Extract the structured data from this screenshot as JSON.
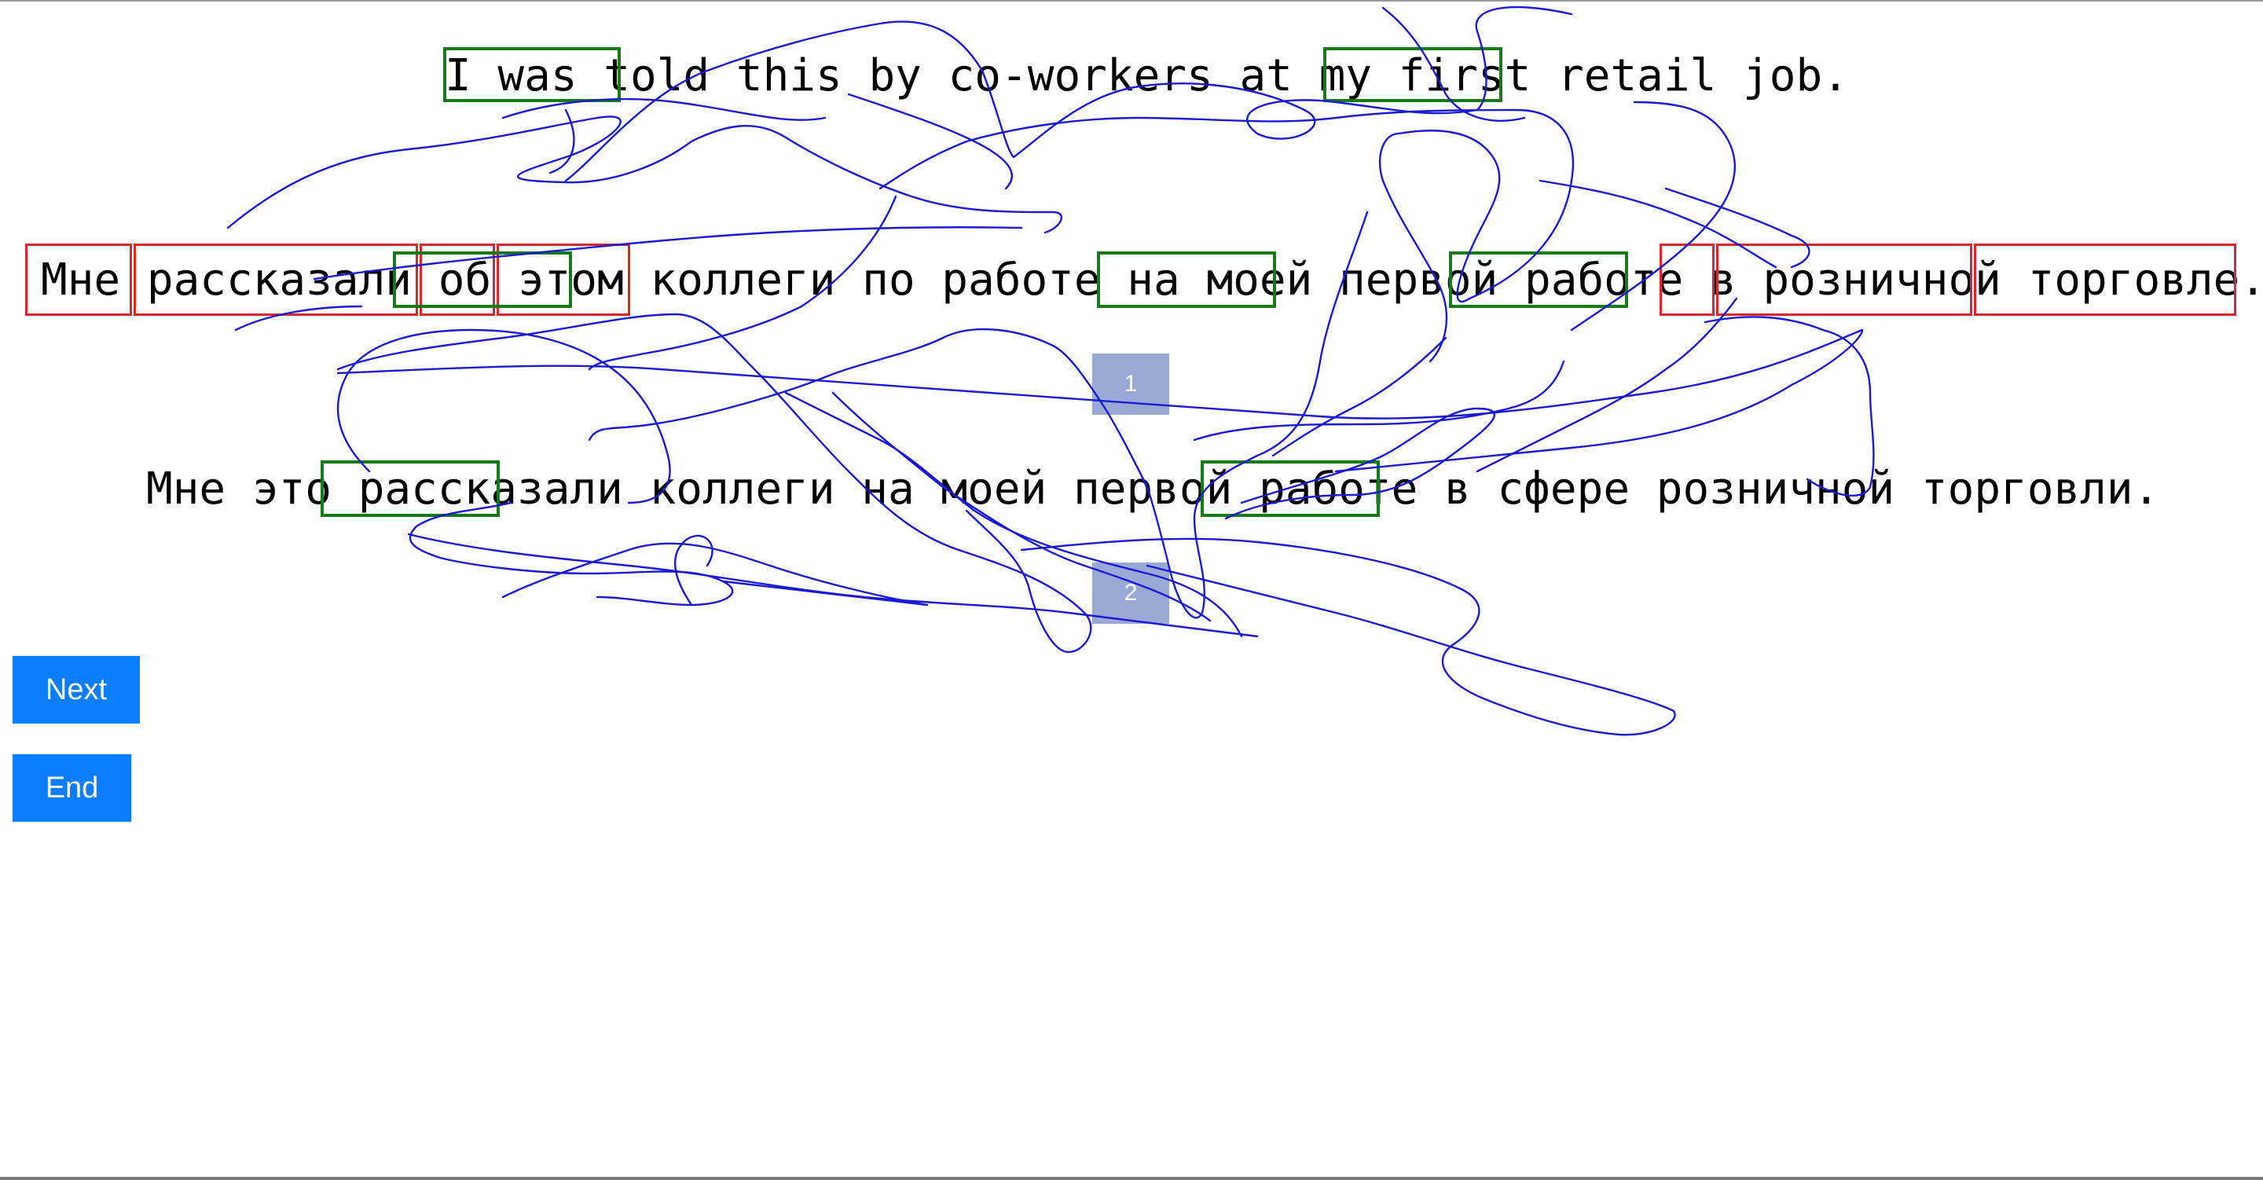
{
  "sentences": {
    "source": "I was told this by co-workers at my first retail job.",
    "target": "Мне рассказали об этом коллеги по работе на моей первой работе в розничной торговле.",
    "alternative": "Мне это рассказали коллеги на моей первой работе в сфере розничной торговли."
  },
  "badges": {
    "first": "1",
    "second": "2"
  },
  "buttons": {
    "next": "Next",
    "end": "End"
  },
  "colors": {
    "aligned_span_border": "#167a16",
    "word_box_border": "#d42a2a",
    "badge_background": "#98a9d6",
    "button_background": "#0b7dfd",
    "scribble_stroke": "#1a1ad6"
  }
}
